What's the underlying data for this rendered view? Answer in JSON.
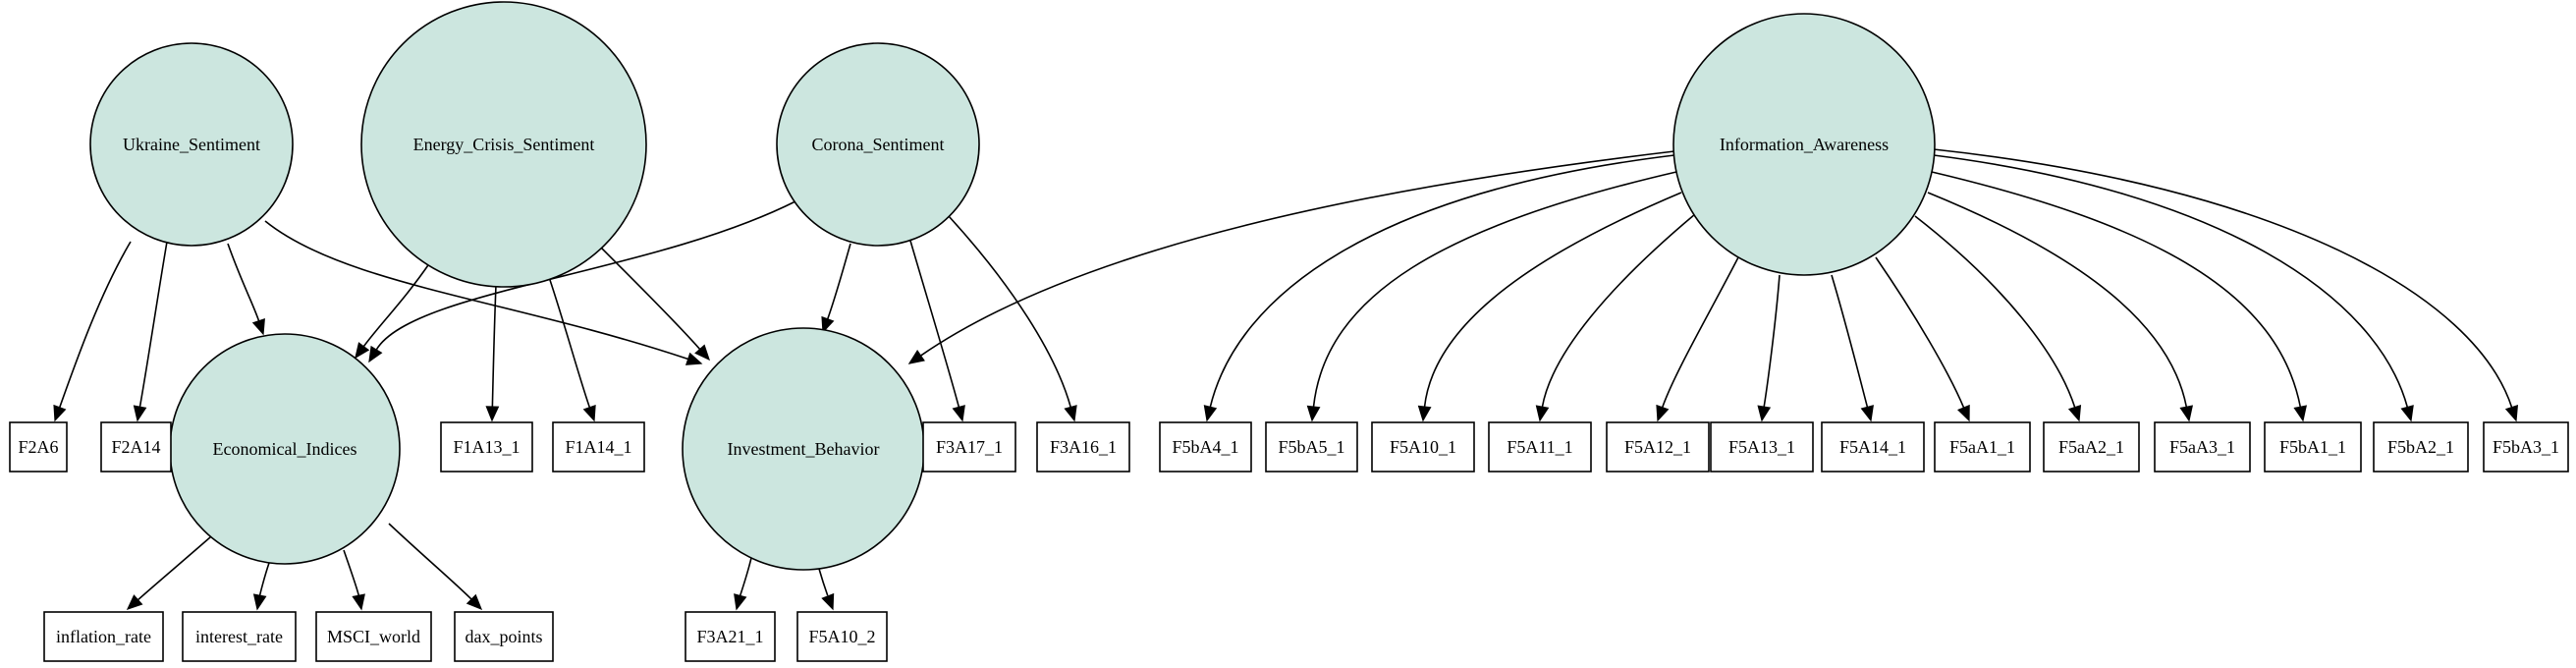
{
  "nodes": {
    "ukraine_sentiment": "Ukraine_Sentiment",
    "energy_crisis_sentiment": "Energy_Crisis_Sentiment",
    "corona_sentiment": "Corona_Sentiment",
    "information_awareness": "Information_Awareness",
    "economical_indices": "Economical_Indices",
    "investment_behavior": "Investment_Behavior",
    "f2a6": "F2A6",
    "f2a14": "F2A14",
    "f1a13_1": "F1A13_1",
    "f1a14_1": "F1A14_1",
    "f3a17_1": "F3A17_1",
    "f3a16_1": "F3A16_1",
    "f5ba4_1": "F5bA4_1",
    "f5ba5_1": "F5bA5_1",
    "f5a10_1": "F5A10_1",
    "f5a11_1": "F5A11_1",
    "f5a12_1": "F5A12_1",
    "f5a13_1": "F5A13_1",
    "f5a14_1": "F5A14_1",
    "f5aa1_1": "F5aA1_1",
    "f5aa2_1": "F5aA2_1",
    "f5aa3_1": "F5aA3_1",
    "f5ba1_1": "F5bA1_1",
    "f5ba2_1": "F5bA2_1",
    "f5ba3_1": "F5bA3_1",
    "inflation_rate": "inflation_rate",
    "interest_rate": "interest_rate",
    "msci_world": "MSCI_world",
    "dax_points": "dax_points",
    "f3a21_1": "F3A21_1",
    "f5a10_2": "F5A10_2"
  },
  "edges": [
    [
      "ukraine_sentiment",
      "f2a6"
    ],
    [
      "ukraine_sentiment",
      "f2a14"
    ],
    [
      "ukraine_sentiment",
      "economical_indices"
    ],
    [
      "ukraine_sentiment",
      "investment_behavior"
    ],
    [
      "energy_crisis_sentiment",
      "economical_indices"
    ],
    [
      "energy_crisis_sentiment",
      "f1a13_1"
    ],
    [
      "energy_crisis_sentiment",
      "f1a14_1"
    ],
    [
      "energy_crisis_sentiment",
      "investment_behavior"
    ],
    [
      "corona_sentiment",
      "economical_indices"
    ],
    [
      "corona_sentiment",
      "investment_behavior"
    ],
    [
      "corona_sentiment",
      "f3a17_1"
    ],
    [
      "corona_sentiment",
      "f3a16_1"
    ],
    [
      "information_awareness",
      "investment_behavior"
    ],
    [
      "information_awareness",
      "f5ba4_1"
    ],
    [
      "information_awareness",
      "f5ba5_1"
    ],
    [
      "information_awareness",
      "f5a10_1"
    ],
    [
      "information_awareness",
      "f5a11_1"
    ],
    [
      "information_awareness",
      "f5a12_1"
    ],
    [
      "information_awareness",
      "f5a13_1"
    ],
    [
      "information_awareness",
      "f5a14_1"
    ],
    [
      "information_awareness",
      "f5aa1_1"
    ],
    [
      "information_awareness",
      "f5aa2_1"
    ],
    [
      "information_awareness",
      "f5aa3_1"
    ],
    [
      "information_awareness",
      "f5ba1_1"
    ],
    [
      "information_awareness",
      "f5ba2_1"
    ],
    [
      "information_awareness",
      "f5ba3_1"
    ],
    [
      "economical_indices",
      "inflation_rate"
    ],
    [
      "economical_indices",
      "interest_rate"
    ],
    [
      "economical_indices",
      "msci_world"
    ],
    [
      "economical_indices",
      "dax_points"
    ],
    [
      "investment_behavior",
      "f3a21_1"
    ],
    [
      "investment_behavior",
      "f5a10_2"
    ]
  ],
  "colors": {
    "latent_fill": "#cce6df",
    "stroke": "#000000",
    "background": "#ffffff"
  }
}
